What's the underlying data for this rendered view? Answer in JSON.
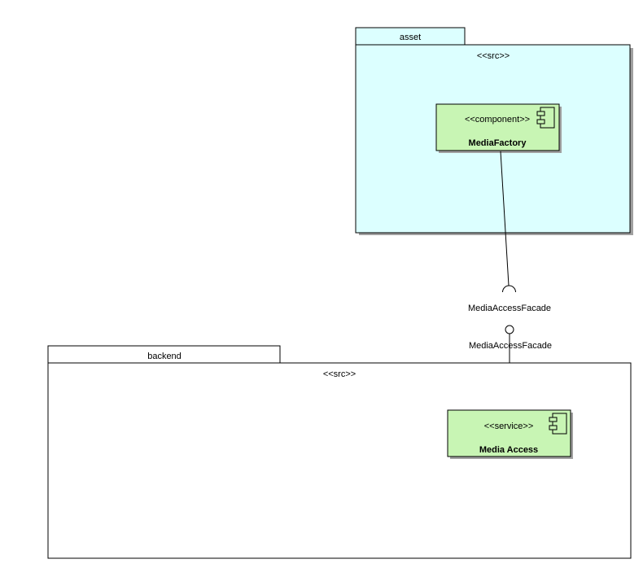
{
  "packages": {
    "asset": {
      "tab_label": "asset",
      "stereotype": "<<src>>"
    },
    "backend": {
      "tab_label": "backend",
      "stereotype": "<<src>>"
    }
  },
  "components": {
    "media_factory": {
      "stereotype": "<<component>>",
      "name": "MediaFactory"
    },
    "media_access": {
      "stereotype": "<<service>>",
      "name": "Media Access"
    }
  },
  "interfaces": {
    "required_label": "MediaAccessFacade",
    "provided_label": "MediaAccessFacade"
  },
  "colors": {
    "package_fill": "#dcffff",
    "component_fill": "#c8f5b4",
    "shadow": "#a0a0a0",
    "stroke": "#000000"
  }
}
